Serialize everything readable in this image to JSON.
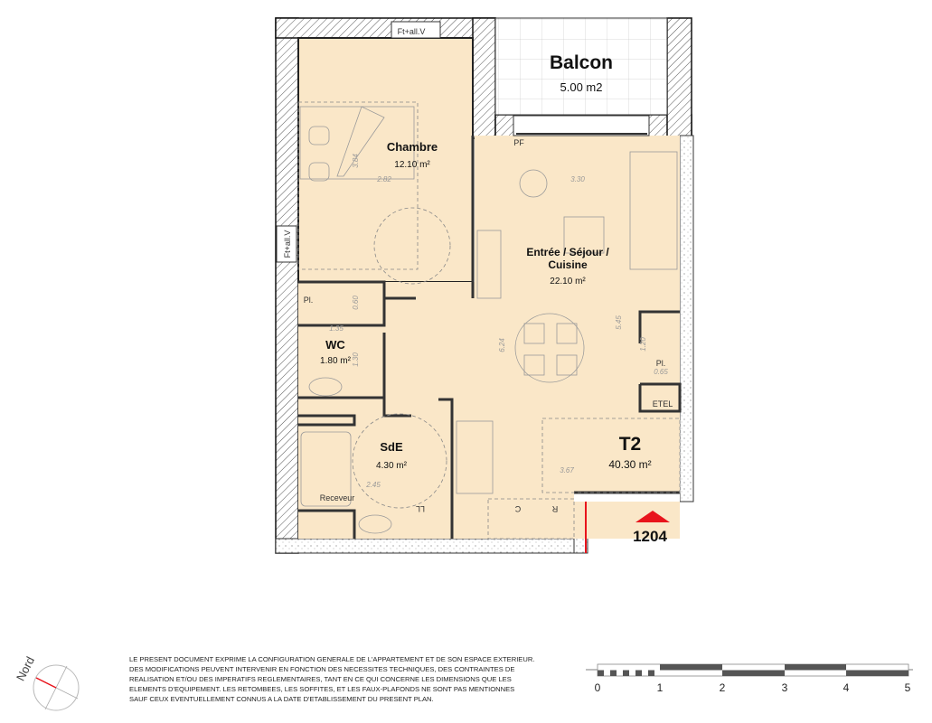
{
  "rooms": {
    "balcon": {
      "name": "Balcon",
      "area": "5.00 m2"
    },
    "chambre": {
      "name": "Chambre",
      "area": "12.10 m²"
    },
    "sejour": {
      "name_line1": "Entrée / Séjour /",
      "name_line2": "Cuisine",
      "area": "22.10 m²"
    },
    "wc": {
      "name": "WC",
      "area": "1.80 m²"
    },
    "sde": {
      "name": "SdE",
      "area": "4.30 m²"
    },
    "pl_left": {
      "name": "Pl."
    },
    "pl_right": {
      "name": "Pl.",
      "dim": "0.65"
    },
    "etel": {
      "name": "ETEL"
    }
  },
  "apartment": {
    "type": "T2",
    "total_area": "40.30 m²",
    "number": "1204"
  },
  "labels": {
    "window_top": "Ft+all.V",
    "window_left": "Ft+all.V",
    "door_balcony": "PF",
    "receveur": "Receveur",
    "ll": "LL",
    "c": "C",
    "r": "R"
  },
  "dimensions": [
    "3.84",
    "2.82",
    "3.30",
    "0.60",
    "1.35",
    "1.30",
    "6.24",
    "5.45",
    "1.20",
    "2.45",
    "3.67"
  ],
  "compass": {
    "label": "Nord"
  },
  "scale": {
    "ticks": [
      "0",
      "1",
      "2",
      "3",
      "4",
      "5"
    ]
  },
  "disclaimer": [
    "LE PRESENT DOCUMENT EXPRIME LA CONFIGURATION GENERALE DE L'APPARTEMENT ET DE SON ESPACE EXTERIEUR.",
    "DES MODIFICATIONS PEUVENT INTERVENIR EN FONCTION DES NECESSITES TECHNIQUES, DES CONTRAINTES DE",
    "REALISATION ET/OU DES IMPERATIFS REGLEMENTAIRES, TANT EN CE QUI CONCERNE LES DIMENSIONS QUE LES",
    "ELEMENTS D'EQUIPEMENT. LES RETOMBEES, LES SOFFITES, ET LES FAUX-PLAFONDS NE SONT PAS MENTIONNES",
    "SAUF CEUX EVENTUELLEMENT CONNUS A LA DATE D'ETABLISSEMENT DU PRESENT PLAN."
  ],
  "colors": {
    "floor": "#fae7c8",
    "accent_red": "#e8141c"
  }
}
